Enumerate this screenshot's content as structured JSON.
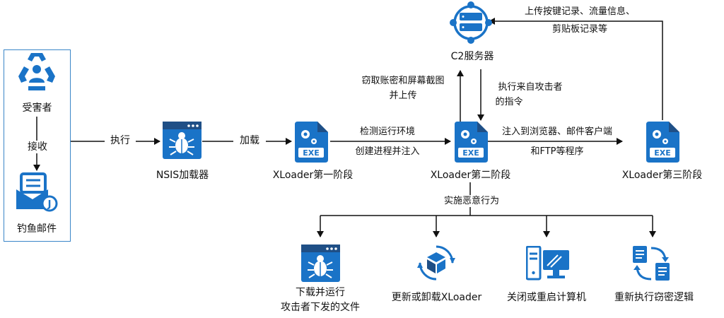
{
  "colors": {
    "accent": "#1a73c7",
    "dark": "#1f4f86",
    "line": "#111111"
  },
  "victim": {
    "title": "受害者",
    "action": "接收",
    "mail": "钓鱼邮件"
  },
  "flow": {
    "exec": "执行",
    "nsis": "NSIS加载器",
    "load": "加载",
    "stage1": "XLoader第一阶段",
    "detect": "检测运行环境",
    "create": "创建进程并注入",
    "stage2": "XLoader第二阶段",
    "inject1": "注入到浏览器、邮件客户端",
    "inject2": "和FTP等程序",
    "stage3": "XLoader第三阶段"
  },
  "c2": {
    "label": "C2服务器",
    "steal1": "窃取账密和屏幕截图",
    "steal2": "并上传",
    "cmd1": "执行来自攻击者",
    "cmd2": "的指令",
    "upload1": "上传按键记录、流量信息、",
    "upload2": "剪贴板记录等"
  },
  "behaviors": {
    "title": "实施恶意行为",
    "items": [
      {
        "l1": "下载并运行",
        "l2": "攻击者下发的文件"
      },
      {
        "l1": "更新或卸载XLoader"
      },
      {
        "l1": "关闭或重启计算机"
      },
      {
        "l1": "重新执行窃密逻辑"
      }
    ]
  }
}
